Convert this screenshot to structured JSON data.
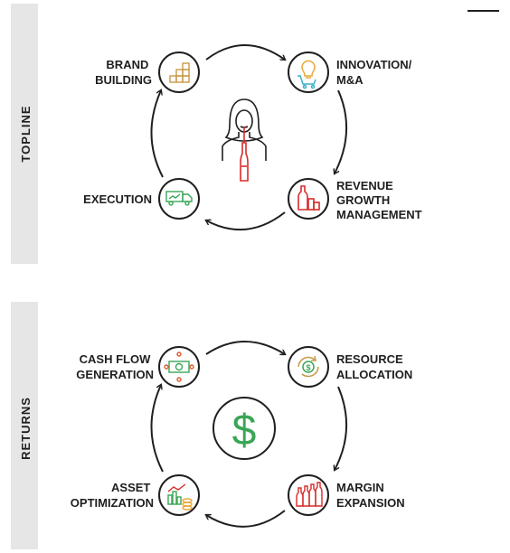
{
  "sections": [
    {
      "side_label": "TOPLINE",
      "nodes": [
        {
          "label_lines": [
            "BRAND",
            "BUILDING"
          ],
          "icon": "stacked-boxes-icon"
        },
        {
          "label_lines": [
            "INNOVATION/",
            "M&A"
          ],
          "icon": "lightbulb-cart-icon"
        },
        {
          "label_lines": [
            "REVENUE",
            "GROWTH",
            "MANAGEMENT"
          ],
          "icon": "bottles-icon"
        },
        {
          "label_lines": [
            "EXECUTION"
          ],
          "icon": "delivery-truck-icon"
        }
      ],
      "center_icon": "person-with-bottle-icon"
    },
    {
      "side_label": "RETURNS",
      "nodes": [
        {
          "label_lines": [
            "CASH FLOW",
            "GENERATION"
          ],
          "icon": "cash-cycle-icon"
        },
        {
          "label_lines": [
            "RESOURCE",
            "ALLOCATION"
          ],
          "icon": "dollar-cycle-icon"
        },
        {
          "label_lines": [
            "MARGIN",
            "EXPANSION"
          ],
          "icon": "bottle-row-icon"
        },
        {
          "label_lines": [
            "ASSET",
            "OPTIMIZATION"
          ],
          "icon": "bar-chart-coins-icon"
        }
      ],
      "center_icon": "dollar-sign-icon"
    }
  ],
  "colors": {
    "ink": "#1f1f1f",
    "band": "#e6e6e6",
    "brand_icon": "#c79a4a",
    "innovation_icon": "#e8a93a",
    "innovation_cart": "#3bb0c9",
    "revenue_icon": "#d92b2b",
    "execution_icon": "#3aa655",
    "cash_icon": "#3aa655",
    "cash_dots": "#e0572a",
    "resource_icon": "#c79a4a",
    "resource_green": "#3aa655",
    "margin_icon": "#d92b2b",
    "asset_bars": "#3aa655",
    "asset_coins": "#e8a93a",
    "dollar": "#3aa655"
  }
}
